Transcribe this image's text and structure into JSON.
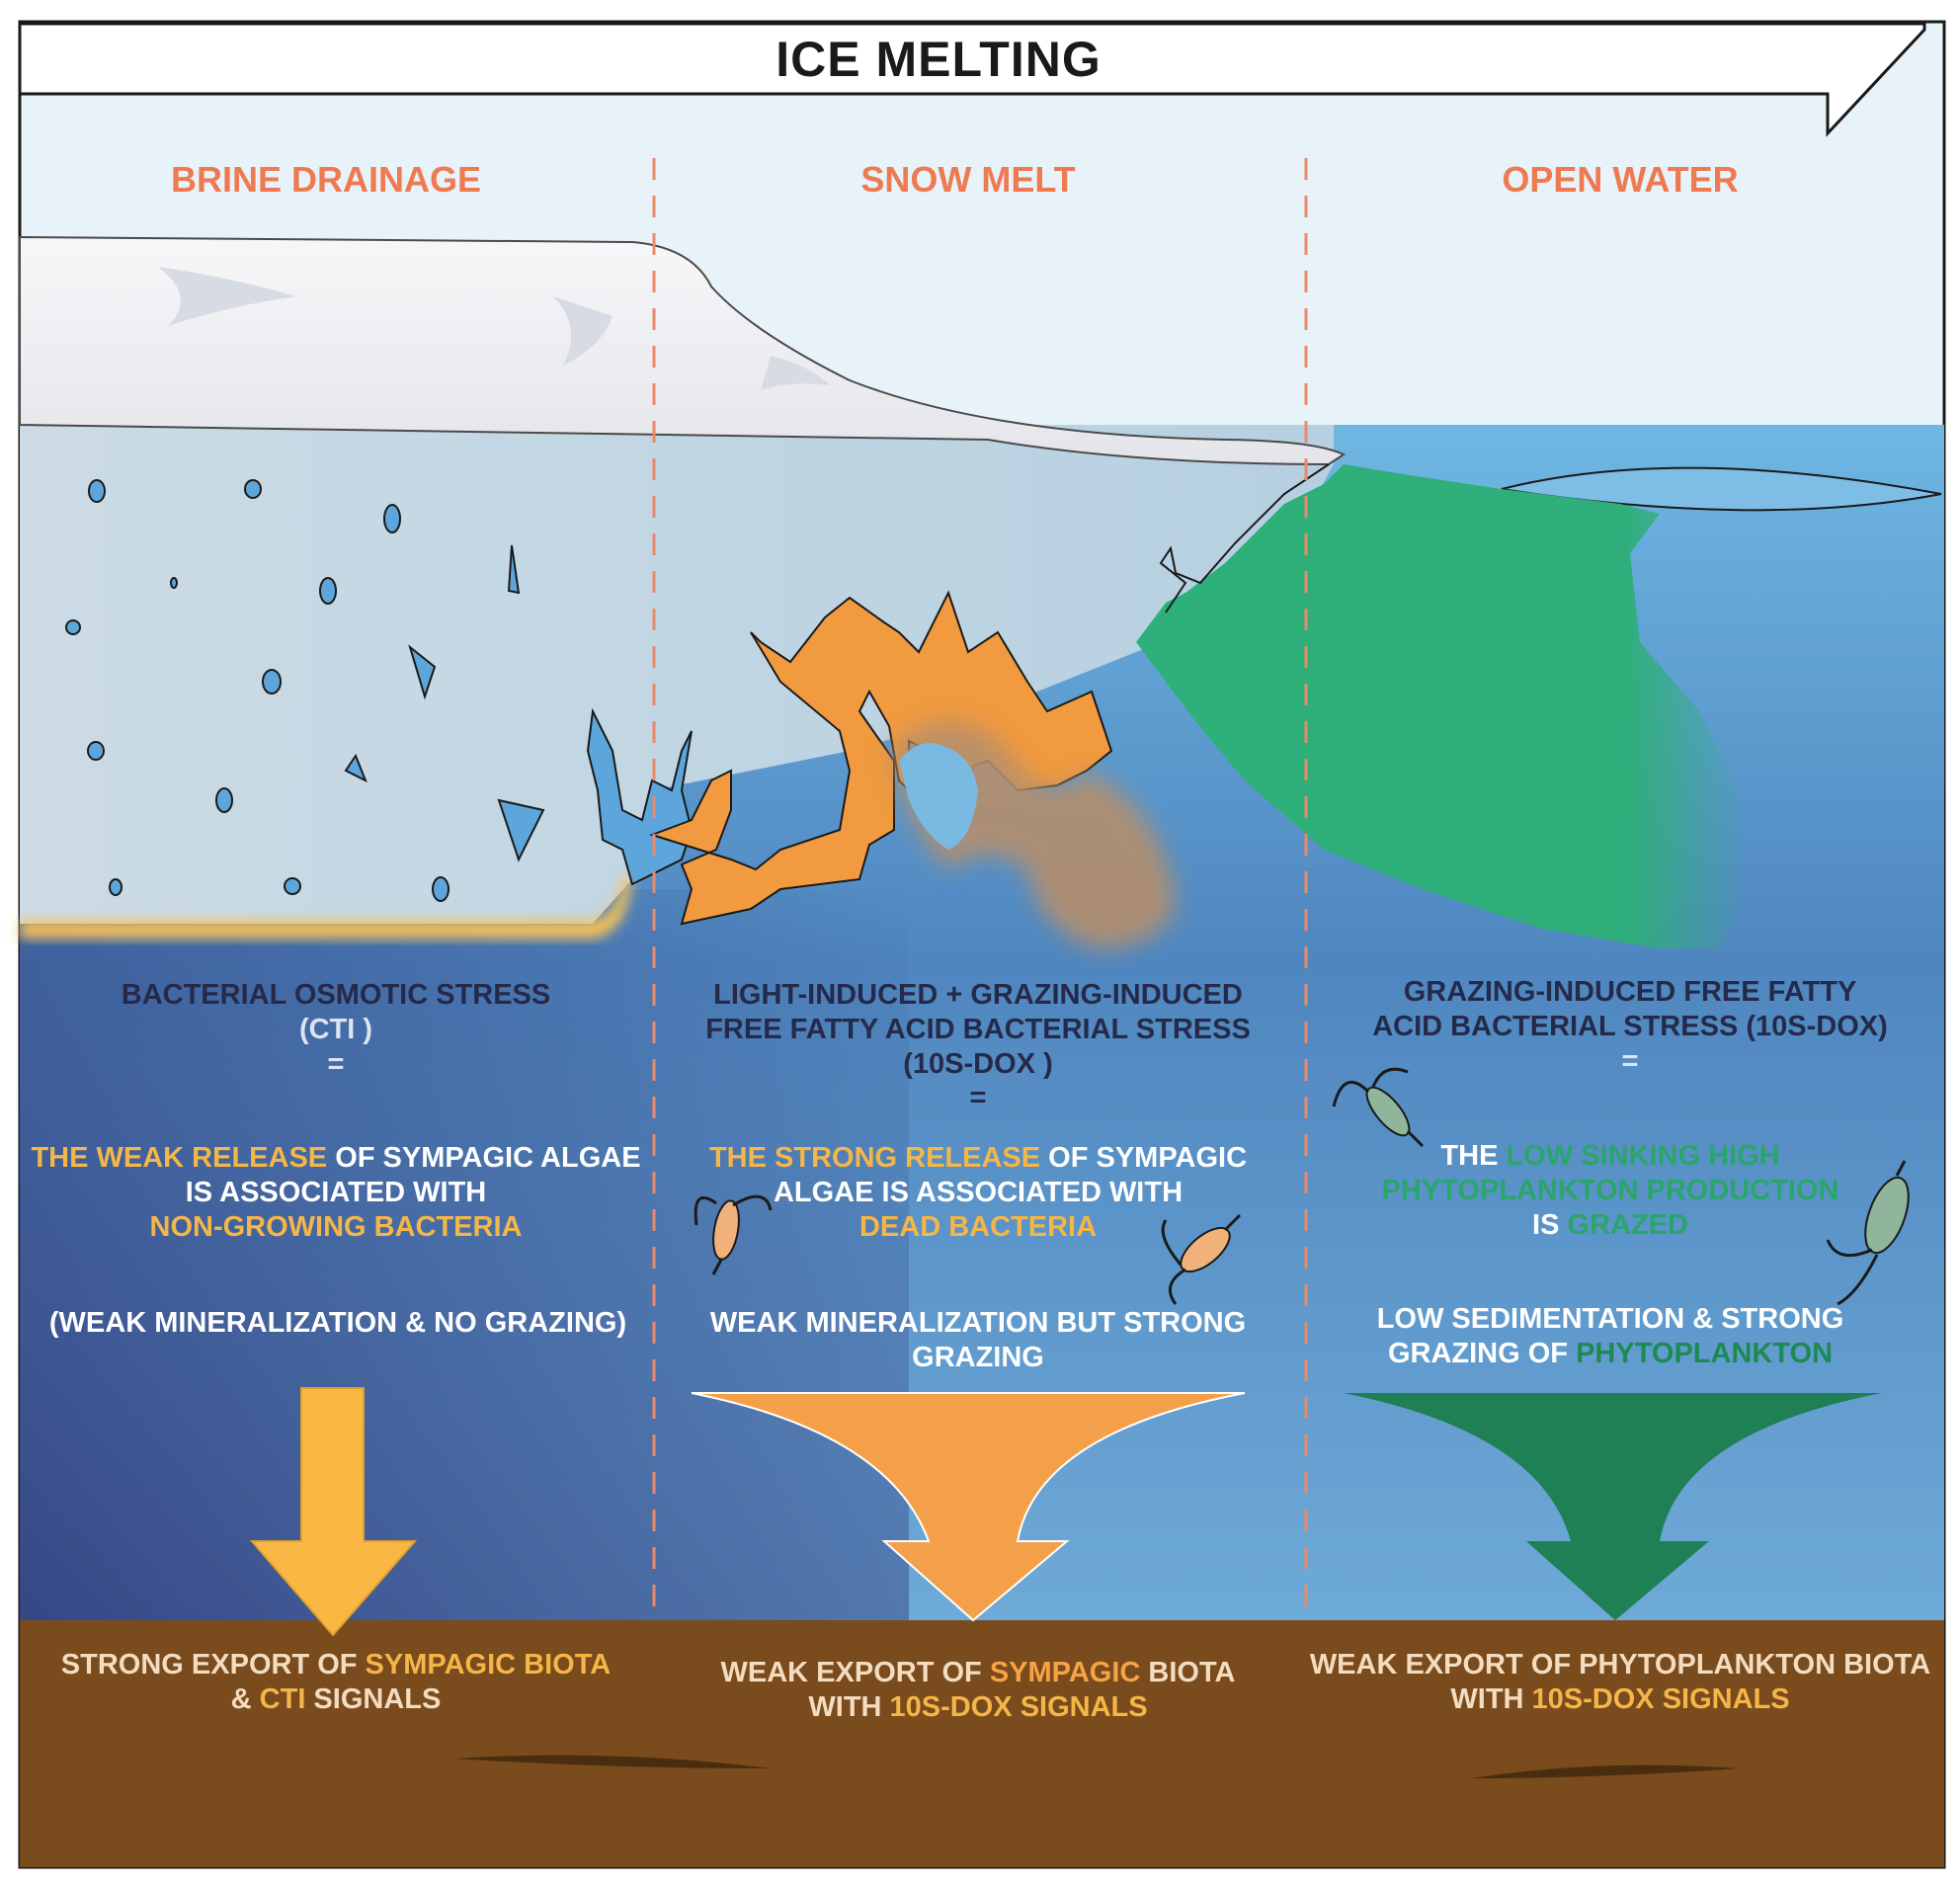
{
  "title": "ICE MELTING",
  "stages": [
    {
      "name": "BRINE DRAINAGE",
      "stress_title": "BACTERIAL OSMOTIC STRESS",
      "stress_code": "(CTI )",
      "equals": "=",
      "release": {
        "part1": "THE WEAK RELEASE",
        "part2": " OF SYMPAGIC ALGAE",
        "part3": "IS ASSOCIATED WITH",
        "part4": "NON-GROWING BACTERIA"
      },
      "process": "(WEAK MINERALIZATION & NO GRAZING)",
      "export": {
        "part1": "STRONG EXPORT OF ",
        "part2": "SYMPAGIC BIOTA",
        "part3": "& ",
        "part4": "CTI",
        "part5": " SIGNALS"
      }
    },
    {
      "name": "SNOW MELT",
      "stress_line1": "LIGHT-INDUCED + GRAZING-INDUCED",
      "stress_line2": "FREE FATTY ACID BACTERIAL STRESS",
      "stress_code": "(10S-DOX )",
      "equals": "=",
      "release": {
        "part1": "THE STRONG RELEASE",
        "part2": " OF SYMPAGIC",
        "part3": "ALGAE IS ASSOCIATED WITH",
        "part4": "DEAD BACTERIA"
      },
      "process_line1": "WEAK MINERALIZATION BUT STRONG",
      "process_line2": "GRAZING",
      "export": {
        "part1": "WEAK EXPORT OF ",
        "part2": "SYMPAGIC",
        "part3": " BIOTA",
        "part4": "WITH ",
        "part5": "10S-DOX SIGNALS"
      }
    },
    {
      "name": "OPEN WATER",
      "stress_line1": "GRAZING-INDUCED FREE FATTY",
      "stress_line2": "ACID BACTERIAL STRESS (10S-DOX)",
      "equals": "=",
      "release": {
        "part1": "THE ",
        "part2": "LOW SINKING HIGH",
        "part3": "PHYTOPLANKTON PRODUCTION",
        "part4": "IS ",
        "part5": "GRAZED"
      },
      "process_line1": "LOW SEDIMENTATION & STRONG",
      "process_line2": "GRAZING OF ",
      "process_line2b": "PHYTOPLANKTON",
      "export": {
        "part1": "WEAK EXPORT OF PHYTOPLANKTON BIOTA",
        "part2": "WITH ",
        "part3": "10S-DOX SIGNALS"
      }
    }
  ],
  "colors": {
    "stage_label": "#ef7a52",
    "sky": "#e6f3f9",
    "ice": "#f1f1f4",
    "water_top": "#7cc3ea",
    "water_deep": "#2f3a7a",
    "sediment": "#7a4a1c",
    "arrow_yellow": "#f8b843",
    "arrow_orange": "#f4a04a",
    "arrow_green": "#1f7f55",
    "phyto_green": "#2fb07c",
    "brine_blue": "#5aa6dc"
  }
}
